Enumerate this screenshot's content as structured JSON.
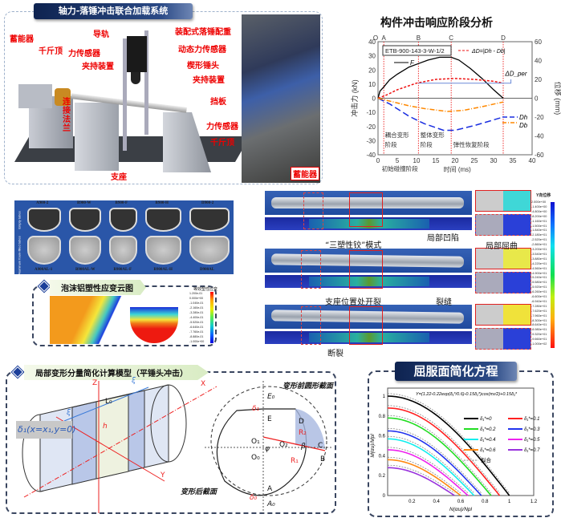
{
  "panel1": {
    "title": "轴力-落锤冲击联合加载系统",
    "labels": {
      "rail": "导轨",
      "weight": "装配式落锤配重",
      "dyn_sensor": "动态力传感器",
      "wedge": "楔形锤头",
      "clamp_r": "夹持装置",
      "baffle": "挡板",
      "sensor_r": "力传感器",
      "jack_r": "千斤顶",
      "accum_photo": "蓄能器",
      "accum": "蓄能器",
      "jack": "千斤顶",
      "sensor": "力传感器",
      "clamp": "夹持装置",
      "flange": "连接法兰",
      "support": "支座"
    }
  },
  "panel3": {
    "row_labels": [
      "Empty tubes",
      "Aluminum foam-filled tubes"
    ],
    "top_specimens": [
      "A900-2",
      "B900-W",
      "B900-F",
      "B900-H",
      "D900-2"
    ],
    "bottom_specimens": [
      "A900AL-1",
      "B900AL-W",
      "B900AL-F",
      "B900AL-H",
      "D900AL"
    ],
    "foam_title": "泡沫铝塑性应变云图",
    "foam_legend_title": "等效塑性应变",
    "foam_legend": [
      "1.200e-01",
      "0.000e+00",
      "-1.040e-01",
      "-2.160e-01",
      "-3.280e-01",
      "-4.400e-01",
      "-5.520e-01",
      "-6.640e-01",
      "-7.760e-01",
      "-8.880e-01",
      "-1.000e+00"
    ]
  },
  "panel4": {
    "labels": {
      "hinge": "“三塑性铰”模式",
      "dent": "局部凹陷",
      "buckle": "局部屈曲",
      "support_crack": "支座位置处开裂",
      "crack": "裂缝",
      "fracture": "断裂"
    },
    "legend_title": "Y向位移",
    "legend": [
      "2.000e+00",
      "-1.400e+00",
      "-4.800e+00",
      "-8.200e+00",
      "-1.160e+01",
      "-1.500e+01",
      "-1.840e+01",
      "-2.180e+01",
      "-2.520e+01",
      "-2.860e+01",
      "-3.200e+01",
      "-3.540e+01",
      "-3.880e+01",
      "-4.220e+01",
      "-4.560e+01",
      "-4.900e+01",
      "-5.240e+01",
      "-5.580e+01",
      "-5.920e+01",
      "-6.260e+01",
      "-6.600e+01",
      "-6.940e+01",
      "-7.280e+01",
      "-7.620e+01",
      "-7.960e+01",
      "-8.300e+01",
      "-8.640e+01",
      "-8.980e+01",
      "-9.320e+01",
      "-9.660e+01",
      "-1.000e+02"
    ]
  },
  "panel5": {
    "title": "局部变形分量简化计算模型（平锤头冲击）",
    "labels": {
      "Z": "Z",
      "X": "X",
      "Y": "Y",
      "L0": "L₀",
      "xi1": "ξ",
      "xi2": "ξ",
      "h": "h",
      "delta": "δ₁(x=x₁,y=0)",
      "before": "变形前圆形截面",
      "after": "变形后截面",
      "E0": "E₀",
      "E": "E",
      "O1": "O₁",
      "O2": "O₂",
      "O0": "O₀",
      "A": "A",
      "A0": "A₀",
      "B": "B",
      "C": "C",
      "D": "D",
      "R1": "R₁",
      "R2": "R₂",
      "d1": "δ₁",
      "d0": "δ₀",
      "beta": "β",
      "phi": "φ"
    }
  },
  "panel6": {
    "title": "屈服面简化方程"
  },
  "chart_data": [
    {
      "type": "line",
      "title": "构件冲击响应阶段分析",
      "specimen": "ETB-900-143-3-W-1/2",
      "xlabel": "时间 (ms)",
      "ylabel": "冲击力 (kN)",
      "y2label": "位移 (mm)",
      "xlim": [
        0,
        40
      ],
      "ylim": [
        -40,
        40
      ],
      "y2lim": [
        -60,
        60
      ],
      "xticks": [
        0,
        5,
        10,
        15,
        20,
        25,
        30,
        35,
        40
      ],
      "yticks": [
        -40,
        -30,
        -20,
        -10,
        0,
        10,
        20,
        30,
        40
      ],
      "y2ticks": [
        -60,
        -40,
        -20,
        0,
        20,
        40,
        60
      ],
      "phase_lines": [
        {
          "label": "O",
          "x": 0
        },
        {
          "label": "A",
          "x": 1.5
        },
        {
          "label": "B",
          "x": 10.5
        },
        {
          "label": "C",
          "x": 19
        },
        {
          "label": "D",
          "x": 32.5
        }
      ],
      "phases": [
        "耦合变形",
        "阶段",
        "整体变形",
        "阶段",
        "弹性恢复阶段",
        "初始碰撞阶段"
      ],
      "annotation": "ΔD_per",
      "series": [
        {
          "name": "F",
          "axis": "left",
          "color": "#000000",
          "dash": "",
          "points": [
            [
              0,
              0
            ],
            [
              0.5,
              5
            ],
            [
              1.5,
              8
            ],
            [
              3,
              13
            ],
            [
              5,
              17
            ],
            [
              8,
              22
            ],
            [
              10,
              24
            ],
            [
              13,
              27
            ],
            [
              16,
              29
            ],
            [
              19,
              29
            ],
            [
              21,
              27
            ],
            [
              24,
              21
            ],
            [
              27,
              14
            ],
            [
              30,
              6
            ],
            [
              32.5,
              0
            ]
          ]
        },
        {
          "name": "ΔD=|Dh - Db|",
          "axis": "right",
          "color": "#ee1111",
          "dash": "3,2",
          "points": [
            [
              0,
              0
            ],
            [
              2,
              3
            ],
            [
              5,
              9
            ],
            [
              10,
              16
            ],
            [
              15,
              20
            ],
            [
              20,
              21
            ],
            [
              25,
              20
            ],
            [
              30,
              18
            ],
            [
              32.5,
              16
            ]
          ]
        },
        {
          "name": "Dh",
          "axis": "right",
          "color": "#1a2ee0",
          "dash": "8,4",
          "points": [
            [
              0,
              0
            ],
            [
              3,
              -6
            ],
            [
              8,
              -19
            ],
            [
              12,
              -27
            ],
            [
              17,
              -34
            ],
            [
              20,
              -34
            ],
            [
              25,
              -29
            ],
            [
              30,
              -23
            ],
            [
              32.5,
              -20
            ]
          ]
        },
        {
          "name": "Db",
          "axis": "right",
          "color": "#ff8800",
          "dash": "6,2,1,2",
          "points": [
            [
              0,
              0
            ],
            [
              3,
              -3
            ],
            [
              8,
              -8
            ],
            [
              12,
              -11
            ],
            [
              18,
              -14
            ],
            [
              22,
              -13
            ],
            [
              27,
              -9
            ],
            [
              32.5,
              -4
            ]
          ]
        }
      ]
    },
    {
      "type": "line",
      "equation": "Y=(1.22-0.22exp(δ₁*/0.6)-0.15δ₁*)cos(πx/2)+0.15δ₁*",
      "xlabel": "N(αu)/Npl",
      "ylabel": "M(αu)/Mpl",
      "xlim": [
        0,
        1.2
      ],
      "ylim": [
        0,
        1.0
      ],
      "xticks": [
        0.2,
        0.4,
        0.6,
        0.8,
        1.0,
        1.2
      ],
      "yticks": [
        0.0,
        0.2,
        0.4,
        0.6,
        0.8,
        1.0
      ],
      "fit_label": "拟合",
      "series": [
        {
          "name": "δ₁*=0",
          "color": "#000000",
          "y0": 1.0,
          "x_end": 1.0
        },
        {
          "name": "δ₁*=0.1",
          "color": "#ff2020",
          "y0": 0.88,
          "x_end": 0.92
        },
        {
          "name": "δ₁*=0.2",
          "color": "#22dd22",
          "y0": 0.78,
          "x_end": 0.85
        },
        {
          "name": "δ₁*=0.3",
          "color": "#2233ee",
          "y0": 0.65,
          "x_end": 0.77
        },
        {
          "name": "δ₁*=0.4",
          "color": "#11eeee",
          "y0": 0.57,
          "x_end": 0.71
        },
        {
          "name": "δ₁*=0.5",
          "color": "#ee22ee",
          "y0": 0.46,
          "x_end": 0.66
        },
        {
          "name": "δ₁*=0.6",
          "color": "#ff8811",
          "y0": 0.36,
          "x_end": 0.6
        },
        {
          "name": "δ₁*=0.7",
          "color": "#9933dd",
          "y0": 0.28,
          "x_end": 0.55
        }
      ]
    }
  ]
}
